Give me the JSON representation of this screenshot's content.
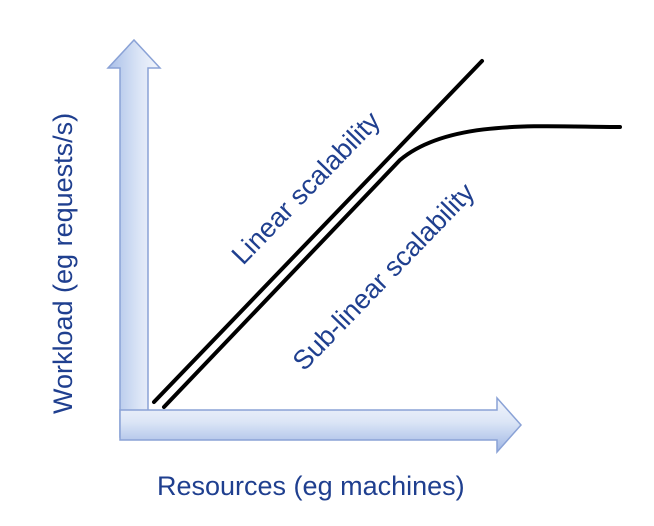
{
  "diagram": {
    "x_axis_label": "Resources (eg machines)",
    "y_axis_label": "Workload (eg requests/s)",
    "linear_label": "Linear scalability",
    "sublinear_label": "Sub-linear scalability"
  },
  "colors": {
    "axis_fill_light": "#eef3fb",
    "axis_fill_dark": "#a8bde6",
    "axis_stroke": "#8aa2d6",
    "text": "#1f3f8f",
    "curve": "#000000"
  }
}
